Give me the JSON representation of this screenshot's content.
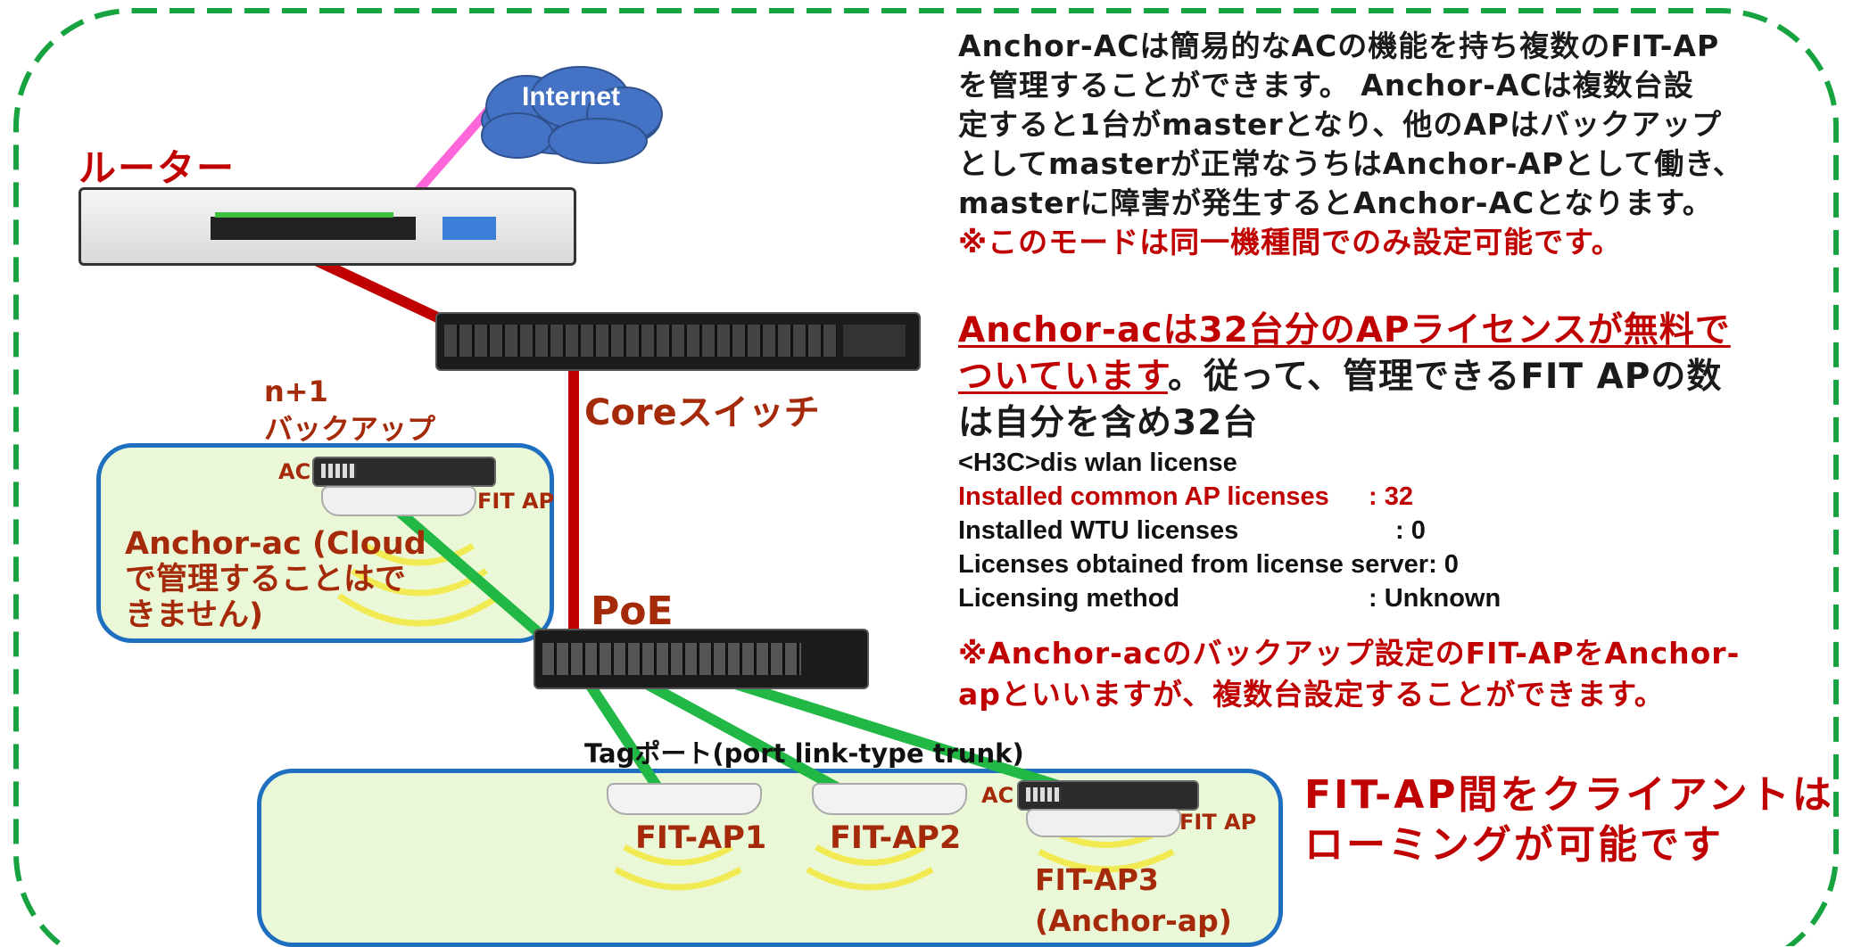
{
  "colors": {
    "dash_border": "#16a340",
    "box_border": "#1f6fc0",
    "box_fill": "#eaf8d8",
    "uplink": "#c00000",
    "green_link": "#22b845",
    "internet_link": "#ff66d9",
    "cloud": "#4472c4",
    "red_text": "#c00000",
    "brown_text": "#a52a0a"
  },
  "diagram": {
    "internet": "Internet",
    "router_label": "ルーター",
    "core_label": "Coreスイッチ",
    "poe_label": "PoE",
    "backup_label_line1": "n+1",
    "backup_label_line2": "バックアップ",
    "anchor_box": {
      "ac_label": "AC",
      "fitap_label": "FIT AP",
      "caption_line1": "Anchor-ac (Cloud",
      "caption_line2": "で管理することはで",
      "caption_line3": "きません)"
    },
    "tag_port_label": "Tagポート(port link-type trunk)",
    "bottom_box": {
      "ap1": "FIT-AP1",
      "ap2": "FIT-AP2",
      "ac_label": "AC",
      "fitap_label": "FIT AP",
      "ap3_line1": "FIT-AP3",
      "ap3_line2": "(Anchor-ap)"
    },
    "roaming_line1": "FIT-AP間をクライアントは",
    "roaming_line2": "ローミングが可能です"
  },
  "description": {
    "p1_lines": [
      "Anchor-ACは簡易的なACの機能を持ち複数のFIT-AP",
      "を管理することができます。 Anchor-ACは複数台設",
      "定すると1台がmasterとなり、他のAPはバックアップ",
      "としてmasterが正常なうちはAnchor-APとして働き、",
      "masterに障害が発生するとAnchor-ACとなります。"
    ],
    "p1_note": "※このモードは同一機種間でのみ設定可能です。",
    "p2_underline_1": "Anchor-acは32台分のAPライセンスが無料で",
    "p2_underline_2": "ついています",
    "p2_rest_1": "。従って、管理できるFIT APの数",
    "p2_rest_2": "は自分を含め32台"
  },
  "cli": {
    "command": "<H3C>dis wlan license",
    "rows": [
      {
        "label": "Installed common AP licenses",
        "value": ": 32"
      },
      {
        "label": "Installed WTU licenses",
        "value": ": 0"
      },
      {
        "label": "Licenses obtained from license server",
        "value": ": 0"
      },
      {
        "label": "Licensing method",
        "value": ": Unknown"
      }
    ]
  },
  "note2_line1": "※Anchor-acのバックアップ設定のFIT-APをAnchor-",
  "note2_line2": "apといいますが、複数台設定することができます。"
}
